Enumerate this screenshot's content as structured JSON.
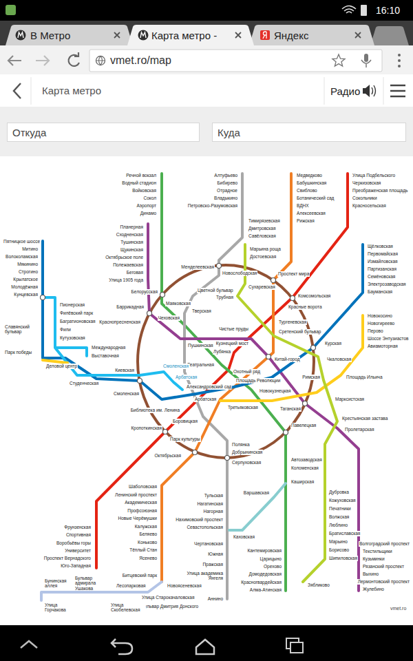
{
  "diagram": {
    "nodes": [
      {
        "text": [
          "В Метро"
        ]
      },
      {
        "text": [
          "Карта метро -"
        ]
      },
      {
        "text": [
          "Яндекс"
        ]
      },
      {
        "text": [
          "vmet.ro/map"
        ]
      },
      {
        "text": [
          "Откуда"
        ]
      },
      {
        "text": [
          "Куда"
        ]
      }
    ],
    "labels": [
      "16:10",
      "Карта метро",
      "Радио",
      "Речной вокзал",
      "Водный стадион",
      "Войковская",
      "Сокол",
      "Аэропорт",
      "Динамо",
      "Алтуфьево",
      "Бибирево",
      "Отрадное",
      "Владыкино",
      "Петровско-Разумовская",
      "Медведково",
      "Бабушкинская",
      "Свиблово",
      "Ботанический сад",
      "ВДНХ",
      "Алексеевская",
      "Рижская",
      "Улица Подбельского",
      "Черкизовская",
      "Преображенская площадь",
      "Сокольники",
      "Красносельская",
      "Тимирязевская",
      "Дмитровская",
      "Савёловская",
      "Планерная",
      "Сходненская",
      "Тушинская",
      "Щукинская",
      "Октябрьское поле",
      "Полежаевская",
      "Беговая",
      "Улица 1905 года",
      "Пятницкое шоссе",
      "Митино",
      "Волоколамская",
      "Мякинино",
      "Строгино",
      "Крылатское",
      "Молодёжная",
      "Кунцевская",
      "Марьина роща",
      "Достоевская",
      "Щёлковская",
      "Первомайская",
      "Измайловская",
      "Партизанская",
      "Семёновская",
      "Электрозаводская",
      "Бауманская",
      "Менделеевская",
      "Новослободская",
      "Проспект мира",
      "Сухаревская",
      "Белорусская",
      "Маяковская",
      "Комсомольская",
      "Красные ворота",
      "Цветной бульвар",
      "Трубная",
      "Баррикадная",
      "Тверская",
      "Чеховская",
      "Краснопресненская",
      "Тургеневская",
      "Чистые пруды",
      "Сретенский бульвар",
      "Пушкинская",
      "Кузнецкий мост",
      "Лубянка",
      "Курская",
      "Театральная",
      "Китай-город",
      "Чкаловская",
      "Охотный ряд",
      "Смоленская",
      "Киевская",
      "Международная",
      "Выставочная",
      "Парк победы",
      "Славянский бульвар",
      "Деловой центр",
      "Студенческая",
      "Арбатская",
      "Площадь Революции",
      "Римская",
      "Площадь Ильича",
      "Александровский сад",
      "Новокузнецкая",
      "Смоленская",
      "Арбатская",
      "Марксистская",
      "Таганская",
      "Третьяковская",
      "Библиотека им. Ленина",
      "Крестьянская застава",
      "Боровицкая",
      "Павелецкая",
      "Кропоткинская",
      "Пролетарская",
      "Парк культуры",
      "Полянка",
      "Добрынинская",
      "Октябрьская",
      "Серпуховская",
      "Автозаводская",
      "Коломенская",
      "Каширская",
      "Варшавская",
      "Каховская",
      "Дубровка",
      "Кожуховская",
      "Печатники",
      "Волжская",
      "Люблино",
      "Братиславская",
      "Марьино",
      "Борисово",
      "Шипиловская",
      "Волгоградский проспект",
      "Текстильщики",
      "Кузьминки",
      "Рязанский проспект",
      "Выхино",
      "Лермонтовский проспект",
      "Жулебино",
      "Кантемировская",
      "Царицыно",
      "Орехово",
      "Домодедовская",
      "Красногвардейская",
      "Алма-Атинская",
      "Зябликово",
      "Тульская",
      "Нагатинская",
      "Нагорная",
      "Нахимовский проспект",
      "Севастопольская",
      "Чертановская",
      "Южная",
      "Пражская",
      "Улица академика Янгеля",
      "Аннино",
      "Шаболовская",
      "Ленинский проспект",
      "Академическая",
      "Профсоюзная",
      "Новые Черёмушки",
      "Калужская",
      "Беляево",
      "Коньково",
      "Тёплый Стан",
      "Ясенево",
      "Битцевский парк",
      "Новоясеневская",
      "Лесопарковая",
      "Улица Старокачаловская",
      "Бульвар Дмитрия Донского",
      "Бульвар адмирала Ушакова",
      "Бунинская аллея",
      "Улица Горчакова",
      "Улица Скобелевская",
      "Фрунзенская",
      "Спортивная",
      "Воробьёвы горы",
      "Университет",
      "Проспект Вернадского",
      "Юго-Западная",
      "Пионерская",
      "Филёвский парк",
      "Багратионовская",
      "Фили",
      "Кутузовская",
      "Новокосино",
      "Новогиреево",
      "Перово",
      "Шоссе Энтузиастов",
      "Авиамоторная",
      "vmet.ro"
    ]
  }
}
